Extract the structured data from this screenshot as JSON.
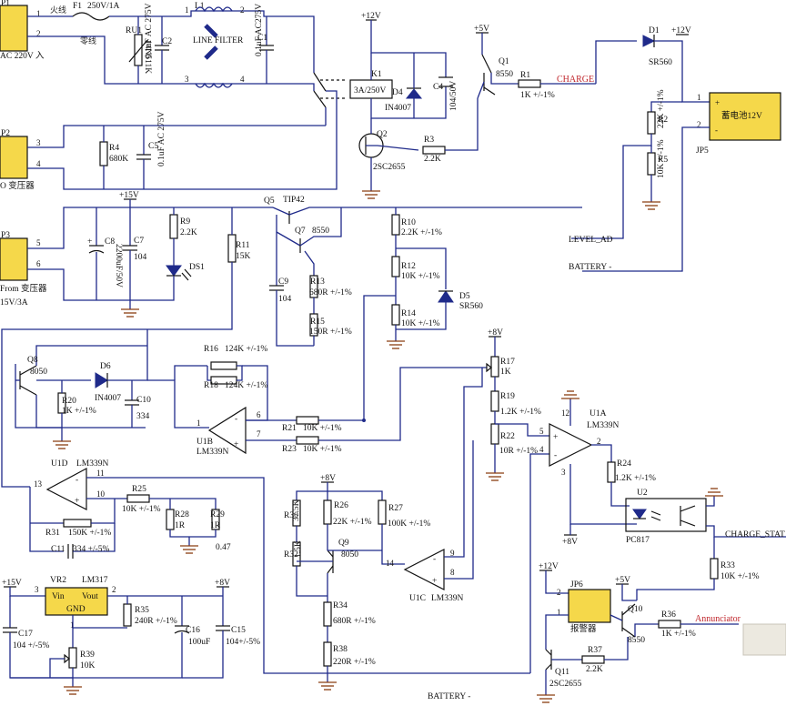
{
  "labels": {
    "p1": "P1",
    "p1_pin1": "1",
    "p1_pin2": "2",
    "p1_text": "AC 220V 入",
    "f1": "F1",
    "f1_val": "250V/1A",
    "live": "火线",
    "neutral": "零线",
    "ru1": "RU1",
    "ru1_val": "14N511K",
    "c2": "C2",
    "c2_val": "0.1uF AC 275V",
    "l1": "L1",
    "l1_val": "LINE FILTER",
    "l1_p1": "1",
    "l1_p2": "2",
    "l1_p3": "3",
    "l1_p4": "4",
    "c1": "C1",
    "c1_val": "0.1uF AC275V",
    "p2": "P2",
    "p2_pin3": "3",
    "p2_pin4": "4",
    "p2_text": "O 变压器",
    "r4": "R4",
    "r4_val": "680K",
    "c5": "C5",
    "c5_val": "0.1uF AC 275V",
    "v12_top": "+12V",
    "k1": "K1",
    "k1_val": "3A/250V",
    "d4": "D4",
    "d4_val": "IN4007",
    "c4": "C4",
    "c4_val": "104/50V",
    "q2": "Q2",
    "q2_val": "2SC2655",
    "r3": "R3",
    "r3_val": "2.2K",
    "v5_top": "+5V",
    "q1": "Q1",
    "q1_val": "8550",
    "r1": "R1",
    "r1_val": "1K +/-1%",
    "charge": "CHARGE",
    "d1": "D1",
    "d1_val": "SR560",
    "v12_bat": "+12V",
    "r2": "R2",
    "r2_val": "22K +/-1%",
    "r5": "R5",
    "r5_val": "10K +/-1%",
    "jp5": "JP5",
    "battery_text": "蓄电池12V",
    "jp5_p1": "1",
    "jp5_p2": "2",
    "jp5_plus": "+",
    "jp5_minus": "-",
    "level_ad": "LEVEL_AD",
    "battery_neg": "BATTERY -",
    "v15_a": "+15V",
    "p3": "P3",
    "p3_pin5": "5",
    "p3_pin6": "6",
    "p3_text1": "From 变压器",
    "p3_text2": "15V/3A",
    "c8": "C8",
    "c8_val": "2200uF/50V",
    "c7": "C7",
    "c7_val": "104",
    "r9": "R9",
    "r9_val": "2.2K",
    "ds1": "DS1",
    "r11": "R11",
    "r11_val": "15K",
    "q5": "Q5",
    "q5_val": "TIP42",
    "q7": "Q7",
    "q7_val": "8550",
    "c9": "C9",
    "c9_val": "104",
    "r13": "R13",
    "r13_val": "680R +/-1%",
    "r15": "R15",
    "r15_val": "150R +/-1%",
    "r10": "R10",
    "r10_val": "2.2K +/-1%",
    "r12": "R12",
    "r12_val": "10K +/-1%",
    "r14": "R14",
    "r14_val": "10K +/-1%",
    "d5": "D5",
    "d5_val": "SR560",
    "q8": "Q8",
    "q8_val": "8050",
    "d6": "D6",
    "d6_val": "IN4007",
    "r20": "R20",
    "r20_val": "1K +/-1%",
    "c10": "C10",
    "c10_val": "334",
    "r16": "R16",
    "r16_val": "124K +/-1%",
    "r18": "R18",
    "r18_val": "124K +/-1%",
    "u1b": "U1B",
    "u1b_val": "LM339N",
    "u1b_p1": "1",
    "u1b_p6": "6",
    "u1b_p7": "7",
    "r21": "R21",
    "r21_val": "10K +/-1%",
    "r23": "R23",
    "r23_val": "10K +/-1%",
    "v8_a": "+8V",
    "r17": "R17",
    "r17_val": "1K",
    "r19": "R19",
    "r19_val": "1.2K +/-1%",
    "r22": "R22",
    "r22_val": "10R +/-1%",
    "u1a": "U1A",
    "u1a_val": "LM339N",
    "u1a_p2": "2",
    "u1a_p3": "3",
    "u1a_p4": "4",
    "u1a_p5": "5",
    "u1a_p12": "12",
    "r24": "R24",
    "r24_val": "1.2K +/-1%",
    "u2": "U2",
    "u2_val": "PC817",
    "charge_stat": "CHARGE_STAT",
    "v8_b": "+8V",
    "u1d": "U1D",
    "u1d_val": "LM339N",
    "u1d_p10": "10",
    "u1d_p11": "11",
    "u1d_p13": "13",
    "r25": "R25",
    "r25_val": "10K +/-1%",
    "r28": "R28",
    "r28_val": "1R",
    "r29": "R29",
    "r29_val": "1R",
    "r31": "R31",
    "r31_val": "150K +/-1%",
    "c11": "C11",
    "c11_val": "334 +/-5%",
    "val_047": "0.47",
    "v8_c": "+8V",
    "r30": "R30",
    "r30_val": "37.5K",
    "r26": "R26",
    "r26_val": "22K +/-1%",
    "r27": "R27",
    "r27_val": "100K +/-1%",
    "r32": "R32",
    "r32_val": "1.5K",
    "q9": "Q9",
    "q9_val": "8050",
    "u1c": "U1C",
    "u1c_val": "LM339N",
    "u1c_p8": "8",
    "u1c_p9": "9",
    "u1c_p14": "14",
    "r33": "R33",
    "r33_val": "10K +/-1%",
    "v15_b": "+15V",
    "vr2": "VR2",
    "vr2_val": "LM317",
    "vr2_vin": "Vin",
    "vr2_vout": "Vout",
    "vr2_gnd": "GND",
    "vr2_p1": "1",
    "vr2_p2": "2",
    "vr2_p3": "3",
    "v8_d": "+8V",
    "c17": "C17",
    "c17_val": "104 +/-5%",
    "r35": "R35",
    "r35_val": "240R +/-1%",
    "c16": "C16",
    "c16_val": "100uF",
    "c15": "C15",
    "c15_val": "104+/-5%",
    "r39": "R39",
    "r39_val": "10K",
    "r34": "R34",
    "r34_val": "680R +/-1%",
    "r38": "R38",
    "r38_val": "220R +/-1%",
    "battery_neg2": "BATTERY -",
    "v12_c": "+12V",
    "jp6": "JP6",
    "jp6_text": "报警器",
    "jp6_p1": "1",
    "jp6_p2": "2",
    "v5_b": "+5V",
    "q10": "Q10",
    "q10_val": "8550",
    "r36": "R36",
    "r36_val": "1K +/-1%",
    "annunciator": "Annunciator",
    "r37": "R37",
    "r37_val": "2.2K",
    "q11": "Q11",
    "q11_val": "2SC2655"
  }
}
